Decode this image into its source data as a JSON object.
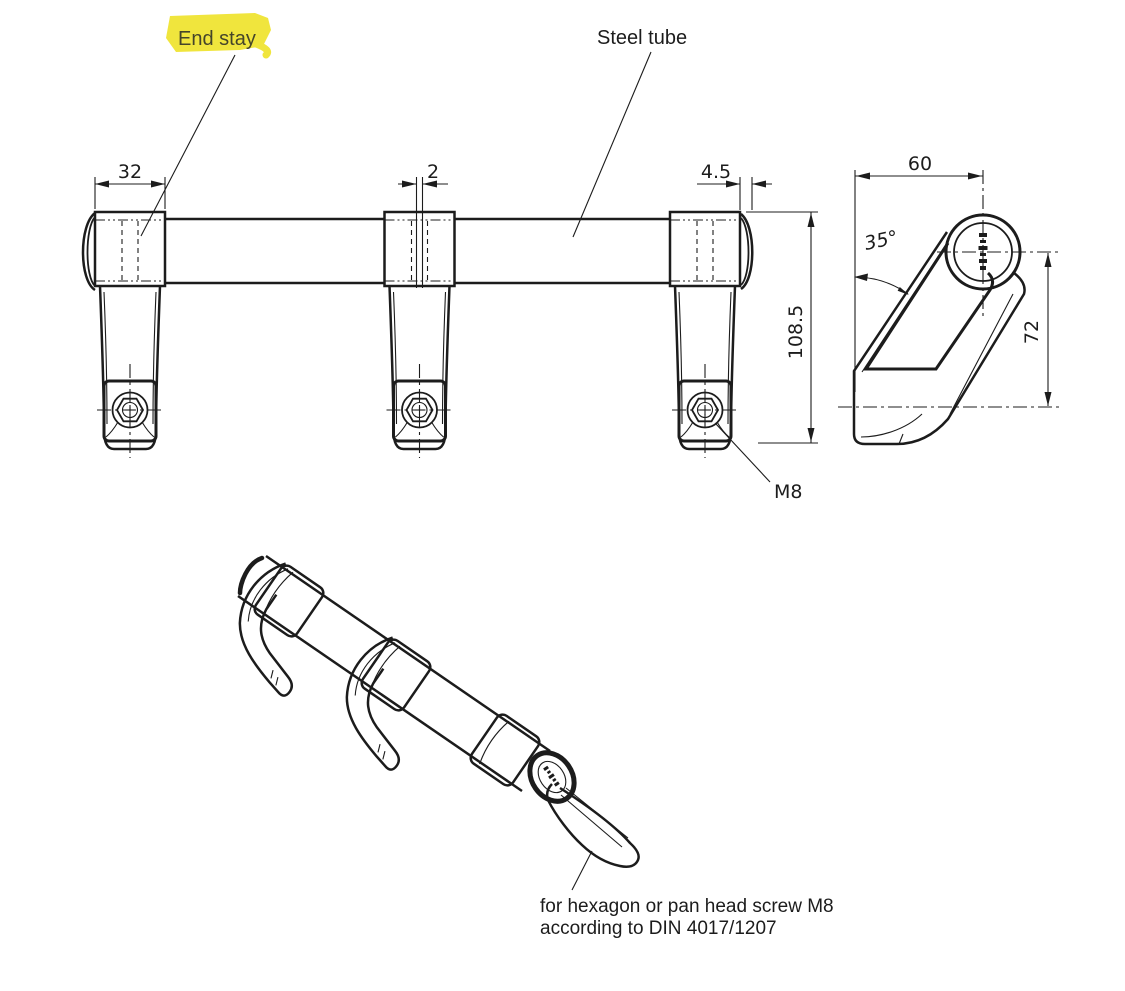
{
  "annotations": {
    "end_stay": "End stay",
    "steel_tube": "Steel tube",
    "thread_label": "M8",
    "note_line1": "for hexagon or pan head screw M8",
    "note_line2": "according to DIN 4017/1207"
  },
  "dimensions": {
    "stay_hub_width": "32",
    "tube_wall_thickness": "2",
    "tube_end_protrusion": "4.5",
    "overall_height": "108.5",
    "stay_depth": "60",
    "stay_angle": "35°",
    "axis_to_foot": "72"
  },
  "colors": {
    "line": "#1c1c1c",
    "highlight": "#f0e53d",
    "background": "#ffffff"
  }
}
